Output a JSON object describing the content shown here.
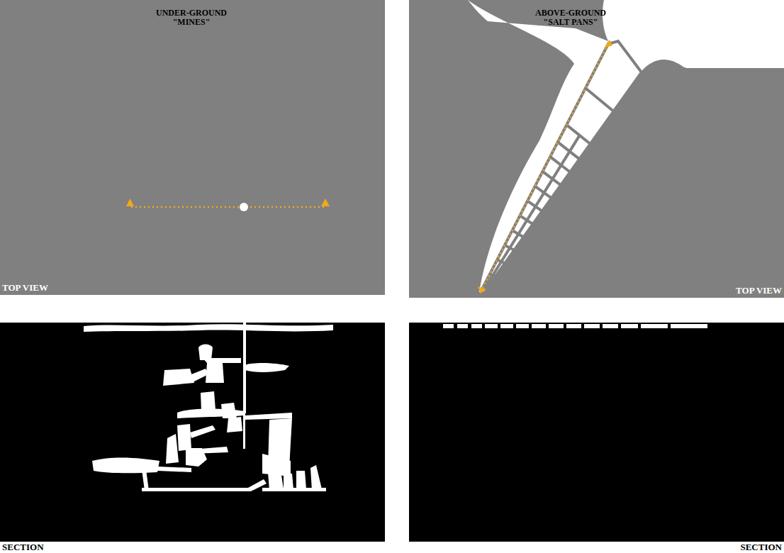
{
  "diagram": {
    "labels": [
      "UNDER-GROUND \"MINES\"",
      "ABOVE-GROUND \"SALT PANS\"",
      "TOP VIEW",
      "TOP VIEW",
      "SECTION",
      "SECTION"
    ]
  }
}
